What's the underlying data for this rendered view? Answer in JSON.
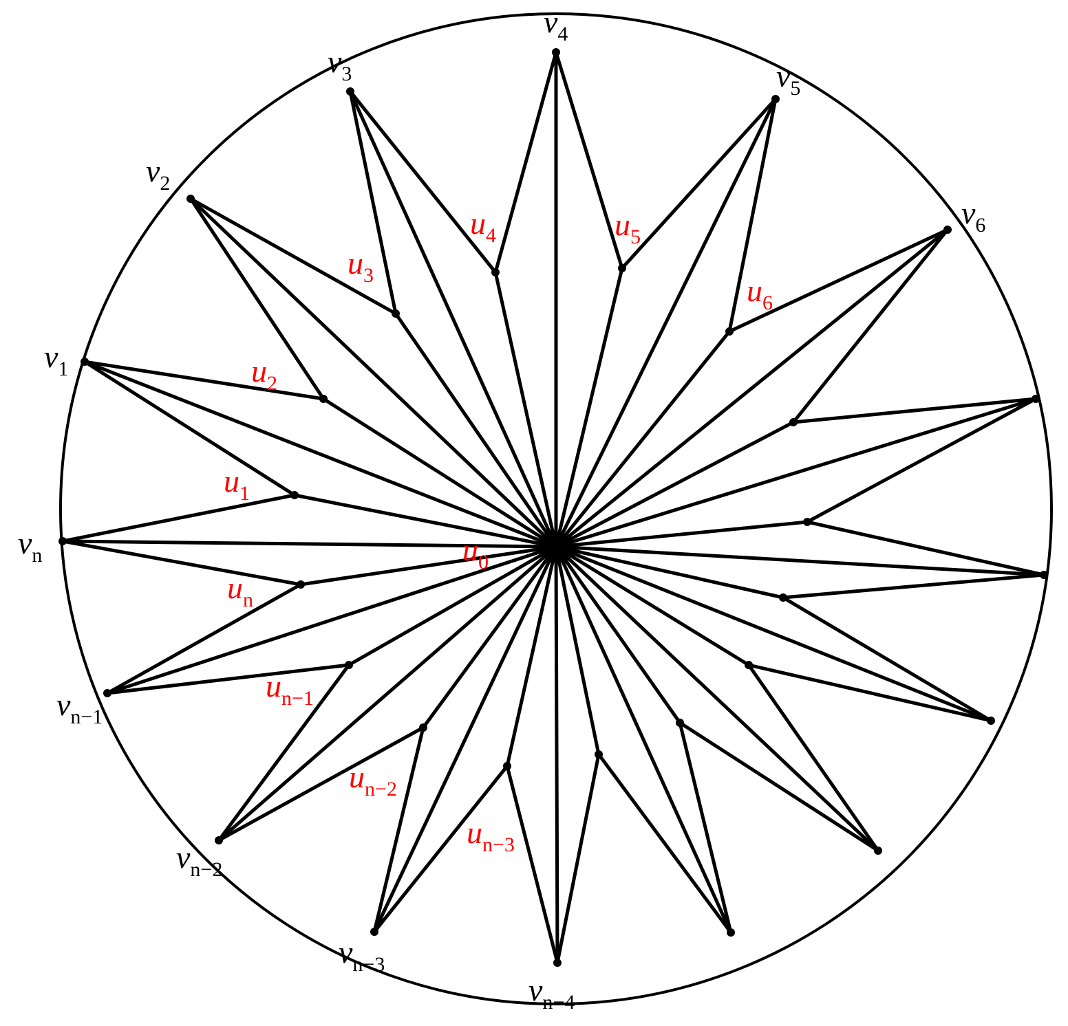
{
  "colors": {
    "edge": "#000000",
    "outer_label": "#000000",
    "inner_label": "#ff0000"
  },
  "hub": {
    "id": "u0",
    "label": {
      "base": "u",
      "sub": "0"
    }
  },
  "rim_vertices": [
    {
      "id": "v4",
      "label": {
        "base": "v",
        "sub": "4"
      }
    },
    {
      "id": "v5",
      "label": {
        "base": "v",
        "sub": "5"
      }
    },
    {
      "id": "v6",
      "label": {
        "base": "v",
        "sub": "6"
      }
    },
    {
      "id": "w1",
      "label": null
    },
    {
      "id": "w2",
      "label": null
    },
    {
      "id": "w3",
      "label": null
    },
    {
      "id": "w4",
      "label": null
    },
    {
      "id": "w5",
      "label": null
    },
    {
      "id": "vn-4",
      "label": {
        "base": "v",
        "sub": "n−4"
      }
    },
    {
      "id": "vn-3",
      "label": {
        "base": "v",
        "sub": "n−3"
      }
    },
    {
      "id": "vn-2",
      "label": {
        "base": "v",
        "sub": "n−2"
      }
    },
    {
      "id": "vn-1",
      "label": {
        "base": "v",
        "sub": "n−1"
      }
    },
    {
      "id": "vn",
      "label": {
        "base": "v",
        "sub": "n"
      }
    },
    {
      "id": "v1",
      "label": {
        "base": "v",
        "sub": "1"
      }
    },
    {
      "id": "v2",
      "label": {
        "base": "v",
        "sub": "2"
      }
    },
    {
      "id": "v3",
      "label": {
        "base": "v",
        "sub": "3"
      }
    }
  ],
  "inner_vertices": [
    {
      "id": "u5",
      "label": {
        "base": "u",
        "sub": "5"
      }
    },
    {
      "id": "u6",
      "label": {
        "base": "u",
        "sub": "6"
      }
    },
    {
      "id": "x1",
      "label": null
    },
    {
      "id": "x2",
      "label": null
    },
    {
      "id": "x3",
      "label": null
    },
    {
      "id": "x4",
      "label": null
    },
    {
      "id": "x5",
      "label": null
    },
    {
      "id": "x6",
      "label": null
    },
    {
      "id": "un-3",
      "label": {
        "base": "u",
        "sub": "n−3"
      }
    },
    {
      "id": "un-2",
      "label": {
        "base": "u",
        "sub": "n−2"
      }
    },
    {
      "id": "un-1",
      "label": {
        "base": "u",
        "sub": "n−1"
      }
    },
    {
      "id": "un",
      "label": {
        "base": "u",
        "sub": "n"
      }
    },
    {
      "id": "u1",
      "label": {
        "base": "u",
        "sub": "1"
      }
    },
    {
      "id": "u2",
      "label": {
        "base": "u",
        "sub": "2"
      }
    },
    {
      "id": "u3",
      "label": {
        "base": "u",
        "sub": "3"
      }
    },
    {
      "id": "u4",
      "label": {
        "base": "u",
        "sub": "4"
      }
    }
  ]
}
